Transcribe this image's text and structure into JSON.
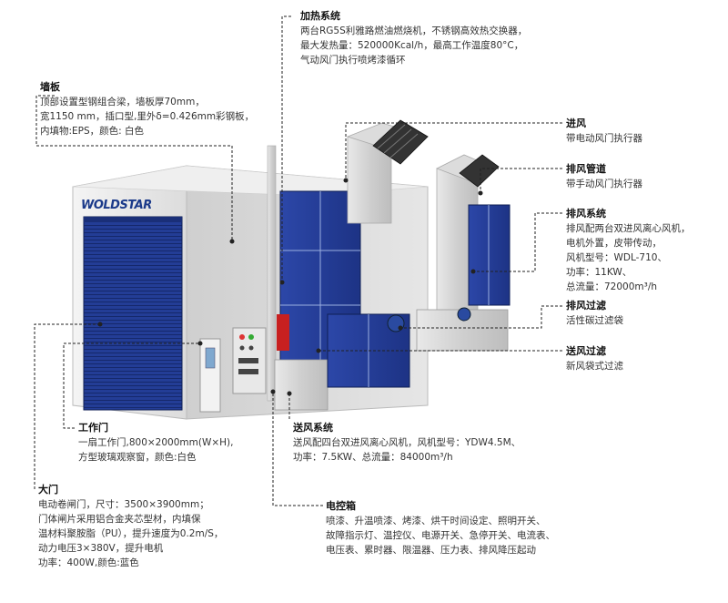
{
  "brand": "WOLDSTAR",
  "callouts": {
    "heating": {
      "title": "加热系统",
      "desc": "两台RG5S利雅路燃油燃烧机，不锈钢高效热交换器，\n最大发热量：520000Kcal/h，最高工作温度80°C，\n气动风门执行喷烤漆循环"
    },
    "wall": {
      "title": "墙板",
      "desc": "顶部设置型钢组合梁，墙板厚70mm，\n宽1150 mm，插口型,里外δ=0.426mm彩钢板，\n内填物:EPS，颜色: 白色"
    },
    "inlet": {
      "title": "进风",
      "desc": "带电动风门执行器"
    },
    "exhaust_duct": {
      "title": "排风管道",
      "desc": "带手动风门执行器"
    },
    "exhaust_system": {
      "title": "排风系统",
      "desc": "排风配两台双进风离心风机，\n电机外置，皮带传动，\n风机型号：WDL-710、\n功率：11KW、\n总流量：72000m³/h"
    },
    "exhaust_filter": {
      "title": "排风过滤",
      "desc": "活性碳过滤袋"
    },
    "supply_filter": {
      "title": "送风过滤",
      "desc": "新风袋式过滤"
    },
    "work_door": {
      "title": "工作门",
      "desc": "一扇工作门,800×2000mm(W×H),\n方型玻璃观察窗，颜色:白色"
    },
    "supply_system": {
      "title": "送风系统",
      "desc": "送风配四台双进风离心风机，风机型号：YDW4.5M、\n功率：7.5KW、总流量：84000m³/h"
    },
    "main_door": {
      "title": "大门",
      "desc": "电动卷闸门，尺寸：3500×3900mm；\n门体闸片采用铝合金夹芯型材，内填保\n温材料聚胺脂（PU），提升速度为0.2m/S，\n动力电压3×380V，提升电机\n功率：400W,颜色:蓝色"
    },
    "control_box": {
      "title": "电控箱",
      "desc": "喷漆、升温喷漆、烤漆、烘干时间设定、照明开关、\n故障指示灯、温控仪、电源开关、急停开关、电流表、\n电压表、累时器、限温器、压力表、排风降压起动"
    }
  }
}
